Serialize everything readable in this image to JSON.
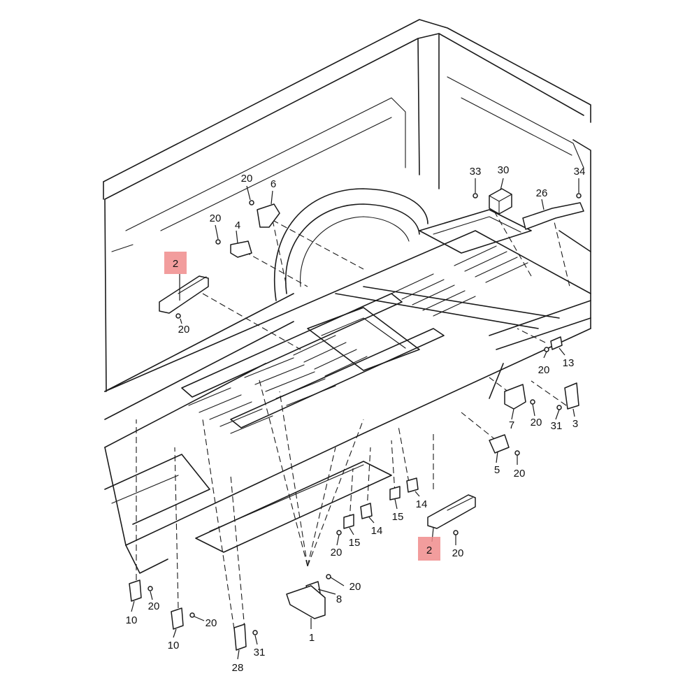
{
  "highlight_color": "#f08c8c",
  "callouts": [
    {
      "id": "c20a",
      "text": "20"
    },
    {
      "id": "c6",
      "text": "6"
    },
    {
      "id": "c20b",
      "text": "20"
    },
    {
      "id": "c4",
      "text": "4"
    },
    {
      "id": "c2a",
      "text": "2",
      "highlighted": true
    },
    {
      "id": "c20c",
      "text": "20"
    },
    {
      "id": "c33",
      "text": "33"
    },
    {
      "id": "c30",
      "text": "30"
    },
    {
      "id": "c34",
      "text": "34"
    },
    {
      "id": "c26",
      "text": "26"
    },
    {
      "id": "c20d",
      "text": "20"
    },
    {
      "id": "c13",
      "text": "13"
    },
    {
      "id": "c7",
      "text": "7"
    },
    {
      "id": "c20e",
      "text": "20"
    },
    {
      "id": "c31a",
      "text": "31"
    },
    {
      "id": "c3",
      "text": "3"
    },
    {
      "id": "c5",
      "text": "5"
    },
    {
      "id": "c20f",
      "text": "20"
    },
    {
      "id": "c14a",
      "text": "14"
    },
    {
      "id": "c15a",
      "text": "15"
    },
    {
      "id": "c14b",
      "text": "14"
    },
    {
      "id": "c15b",
      "text": "15"
    },
    {
      "id": "c20g",
      "text": "20"
    },
    {
      "id": "c2b",
      "text": "2",
      "highlighted": true
    },
    {
      "id": "c20h",
      "text": "20"
    },
    {
      "id": "c20i",
      "text": "20"
    },
    {
      "id": "c8",
      "text": "8"
    },
    {
      "id": "c1",
      "text": "1"
    },
    {
      "id": "c10a",
      "text": "10"
    },
    {
      "id": "c20j",
      "text": "20"
    },
    {
      "id": "c10b",
      "text": "10"
    },
    {
      "id": "c20k",
      "text": "20"
    },
    {
      "id": "c31b",
      "text": "31"
    },
    {
      "id": "c28",
      "text": "28"
    }
  ]
}
